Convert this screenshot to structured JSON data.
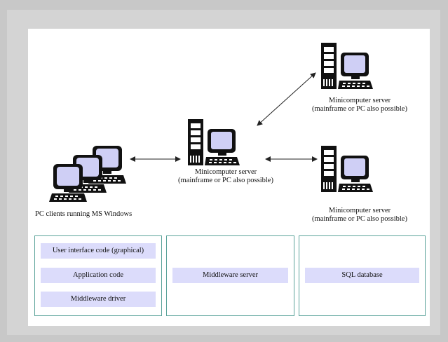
{
  "nodes": {
    "clients_label": "PC clients running MS Windows",
    "center_server": {
      "line1": "Minicomputer server",
      "line2": "(mainframe or PC also possible)"
    },
    "top_right_server": {
      "line1": "Minicomputer server",
      "line2": "(mainframe or PC also possible)"
    },
    "bottom_right_server": {
      "line1": "Minicomputer server",
      "line2": "(mainframe or PC also possible)"
    }
  },
  "tiers": [
    {
      "items": [
        "User interface code (graphical)",
        "Application code",
        "Middleware driver"
      ]
    },
    {
      "items": [
        "Middleware server"
      ]
    },
    {
      "items": [
        "SQL database"
      ]
    }
  ],
  "colors": {
    "tier_border": "#5ba39a",
    "chip_fill": "#dcdcfb",
    "monitor_screen": "#cfcff5"
  }
}
